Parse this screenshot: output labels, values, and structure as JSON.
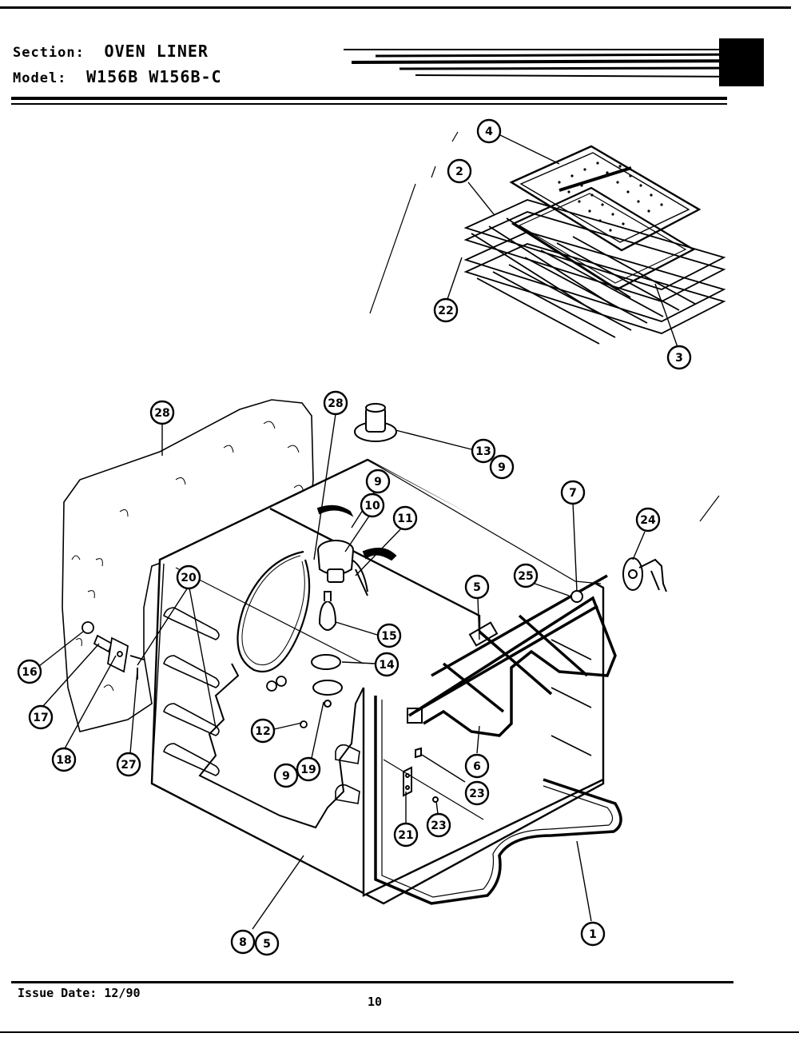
{
  "header": {
    "section_label": "Section:",
    "section_value": "OVEN LINER",
    "model_label": "Model:",
    "model_value": "W156B W156B-C"
  },
  "callouts": [
    {
      "id": "c4",
      "text": "4"
    },
    {
      "id": "c2",
      "text": "2"
    },
    {
      "id": "c22",
      "text": "22"
    },
    {
      "id": "c3",
      "text": "3"
    },
    {
      "id": "c28a",
      "text": "28"
    },
    {
      "id": "c28b",
      "text": "28"
    },
    {
      "id": "c13",
      "text": "13"
    },
    {
      "id": "c9a",
      "text": "9"
    },
    {
      "id": "c9b",
      "text": "9"
    },
    {
      "id": "c10",
      "text": "10"
    },
    {
      "id": "c11",
      "text": "11"
    },
    {
      "id": "c7",
      "text": "7"
    },
    {
      "id": "c24",
      "text": "24"
    },
    {
      "id": "c20",
      "text": "20"
    },
    {
      "id": "c25",
      "text": "25"
    },
    {
      "id": "c5a",
      "text": "5"
    },
    {
      "id": "c15",
      "text": "15"
    },
    {
      "id": "c14",
      "text": "14"
    },
    {
      "id": "c16",
      "text": "16"
    },
    {
      "id": "c17",
      "text": "17"
    },
    {
      "id": "c18",
      "text": "18"
    },
    {
      "id": "c27",
      "text": "27"
    },
    {
      "id": "c12",
      "text": "12"
    },
    {
      "id": "c9c",
      "text": "9"
    },
    {
      "id": "c19",
      "text": "19"
    },
    {
      "id": "c6",
      "text": "6"
    },
    {
      "id": "c23a",
      "text": "23"
    },
    {
      "id": "c21",
      "text": "21"
    },
    {
      "id": "c23b",
      "text": "23"
    },
    {
      "id": "c1",
      "text": "1"
    },
    {
      "id": "c8",
      "text": "8"
    },
    {
      "id": "c5b",
      "text": "5"
    }
  ],
  "footer": {
    "issue_date": "Issue Date: 12/90",
    "page_number": "10"
  }
}
